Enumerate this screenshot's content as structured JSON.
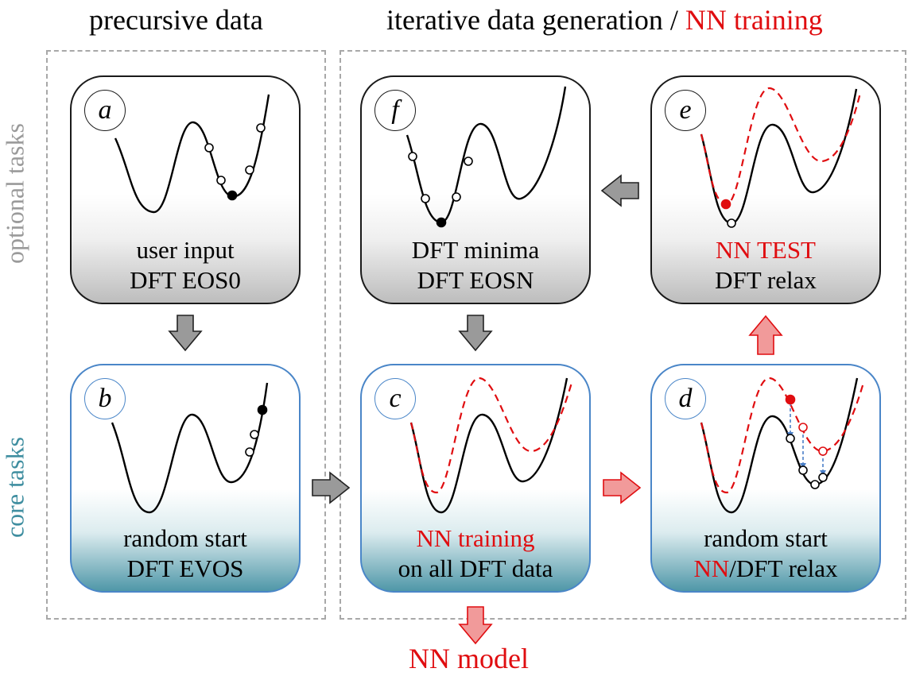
{
  "headers": {
    "left": "precursive data",
    "right_prefix": "iterative data generation / ",
    "right_red": "NN training"
  },
  "side_labels": {
    "top": "optional tasks",
    "bottom": "core tasks"
  },
  "panels": {
    "a": {
      "letter": "a",
      "line1": "user input",
      "line2": "DFT EOS0"
    },
    "b": {
      "letter": "b",
      "line1": "random start",
      "line2": "DFT EVOS"
    },
    "c": {
      "letter": "c",
      "line1_red": "NN training",
      "line2": "on all DFT data"
    },
    "d": {
      "letter": "d",
      "line1": "random start",
      "line2_red": "NN",
      "line2_rest": "/DFT relax"
    },
    "e": {
      "letter": "e",
      "line1_red": "NN TEST",
      "line2": "DFT relax"
    },
    "f": {
      "letter": "f",
      "line1": "DFT minima",
      "line2": "DFT EOSN"
    }
  },
  "footer": {
    "label": "NN model"
  },
  "colors": {
    "accent_red": "#e00d10",
    "core_border": "#4a86c8",
    "core_fill": "#4f97a8",
    "optional_fill": "#bdbdbd",
    "arrow_gray": "#9a9a9a",
    "arrow_red": "#f19a9a"
  }
}
